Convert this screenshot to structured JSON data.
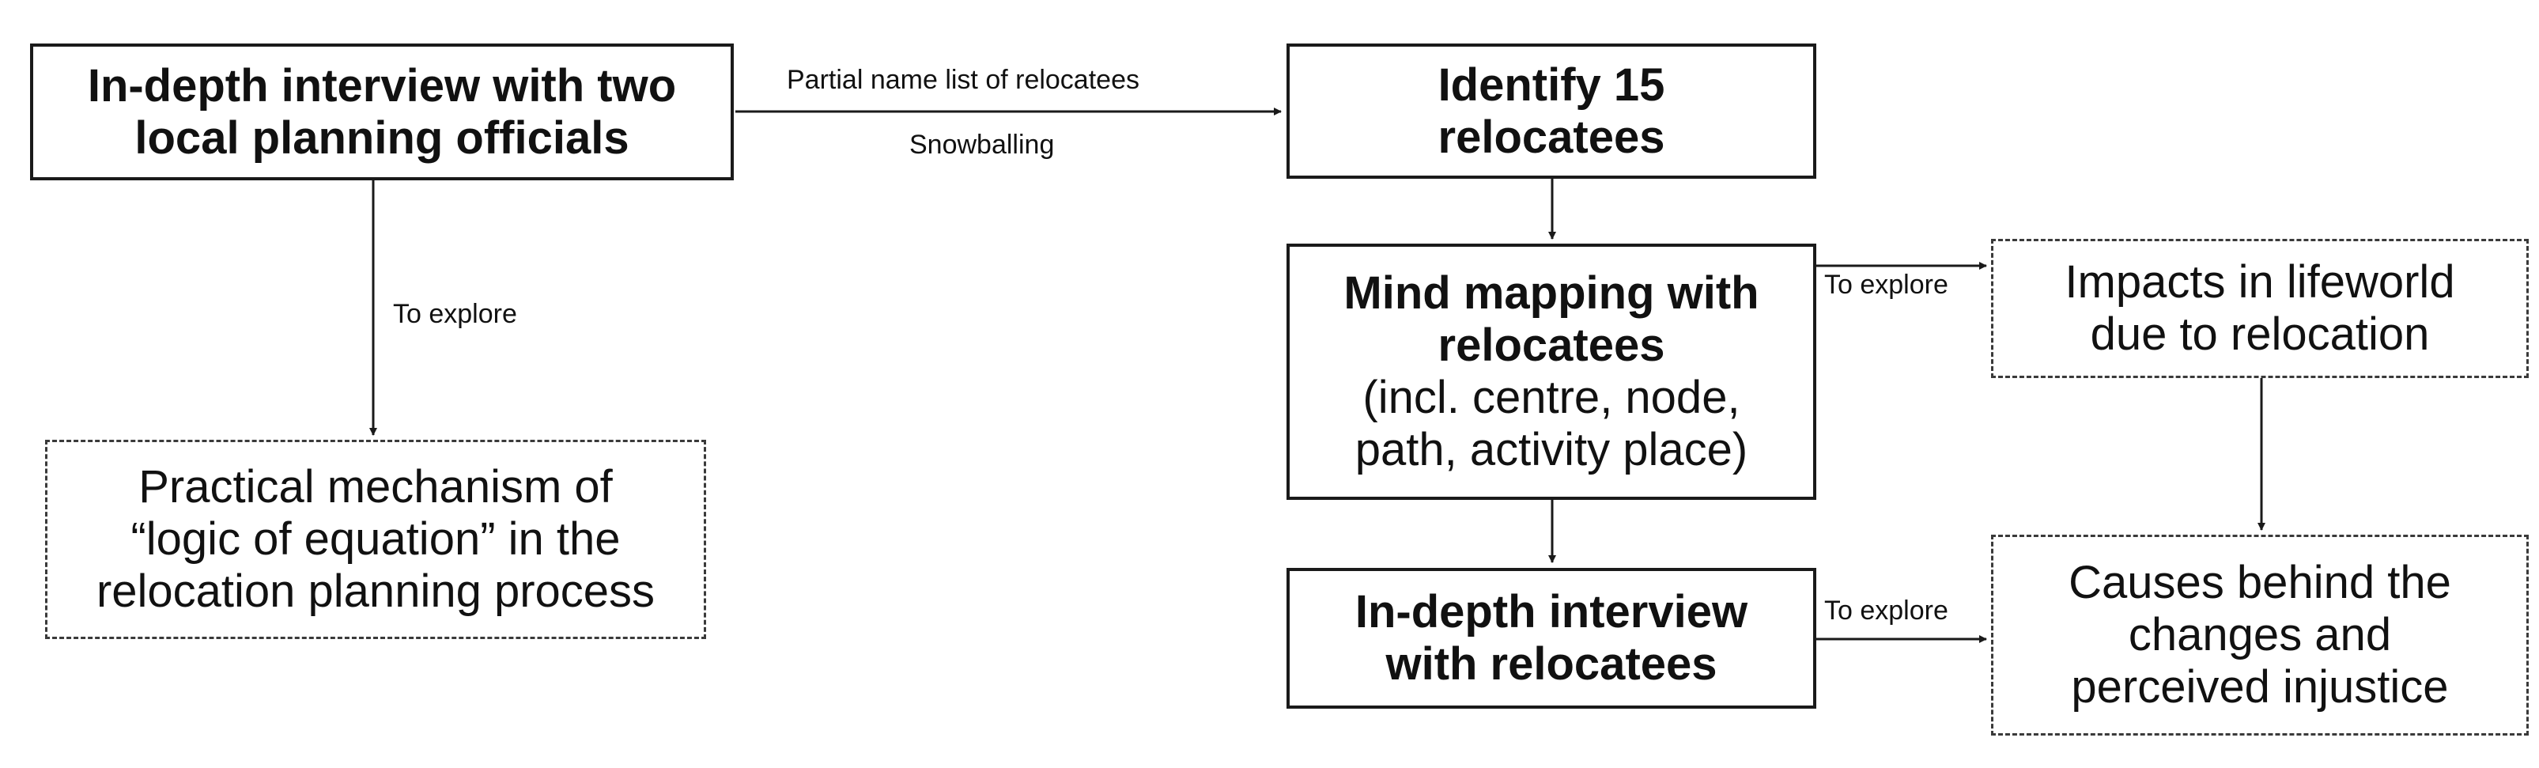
{
  "diagram": {
    "nodes": {
      "officials_interview": {
        "lines": [
          "In-depth interview with two",
          "local planning officials"
        ]
      },
      "identify_relocatees": {
        "lines": [
          "Identify 15",
          "relocatees"
        ]
      },
      "mind_mapping": {
        "title_lines": [
          "Mind mapping with",
          "relocatees"
        ],
        "detail_lines": [
          "(incl. centre, node,",
          "path, activity place)"
        ]
      },
      "relocatees_interview": {
        "lines": [
          "In-depth interview",
          "with relocatees"
        ]
      },
      "practical_mechanism": {
        "lines": [
          "Practical mechanism of",
          "“logic of equation” in the",
          "relocation planning process"
        ]
      },
      "impacts_lifeworld": {
        "lines": [
          "Impacts in lifeworld",
          "due to relocation"
        ]
      },
      "causes_injustice": {
        "lines": [
          "Causes behind the",
          "changes and",
          "perceived injustice"
        ]
      }
    },
    "edge_labels": {
      "name_list": "Partial name list of relocatees",
      "snowballing": "Snowballing",
      "explore_officials": "To explore",
      "explore_mind_mapping": "To explore",
      "explore_relocatees": "To explore"
    },
    "colors": {
      "line": "#1a1a1a",
      "text": "#111111",
      "dashed_border": "#3a3a3a",
      "background": "#ffffff"
    }
  }
}
